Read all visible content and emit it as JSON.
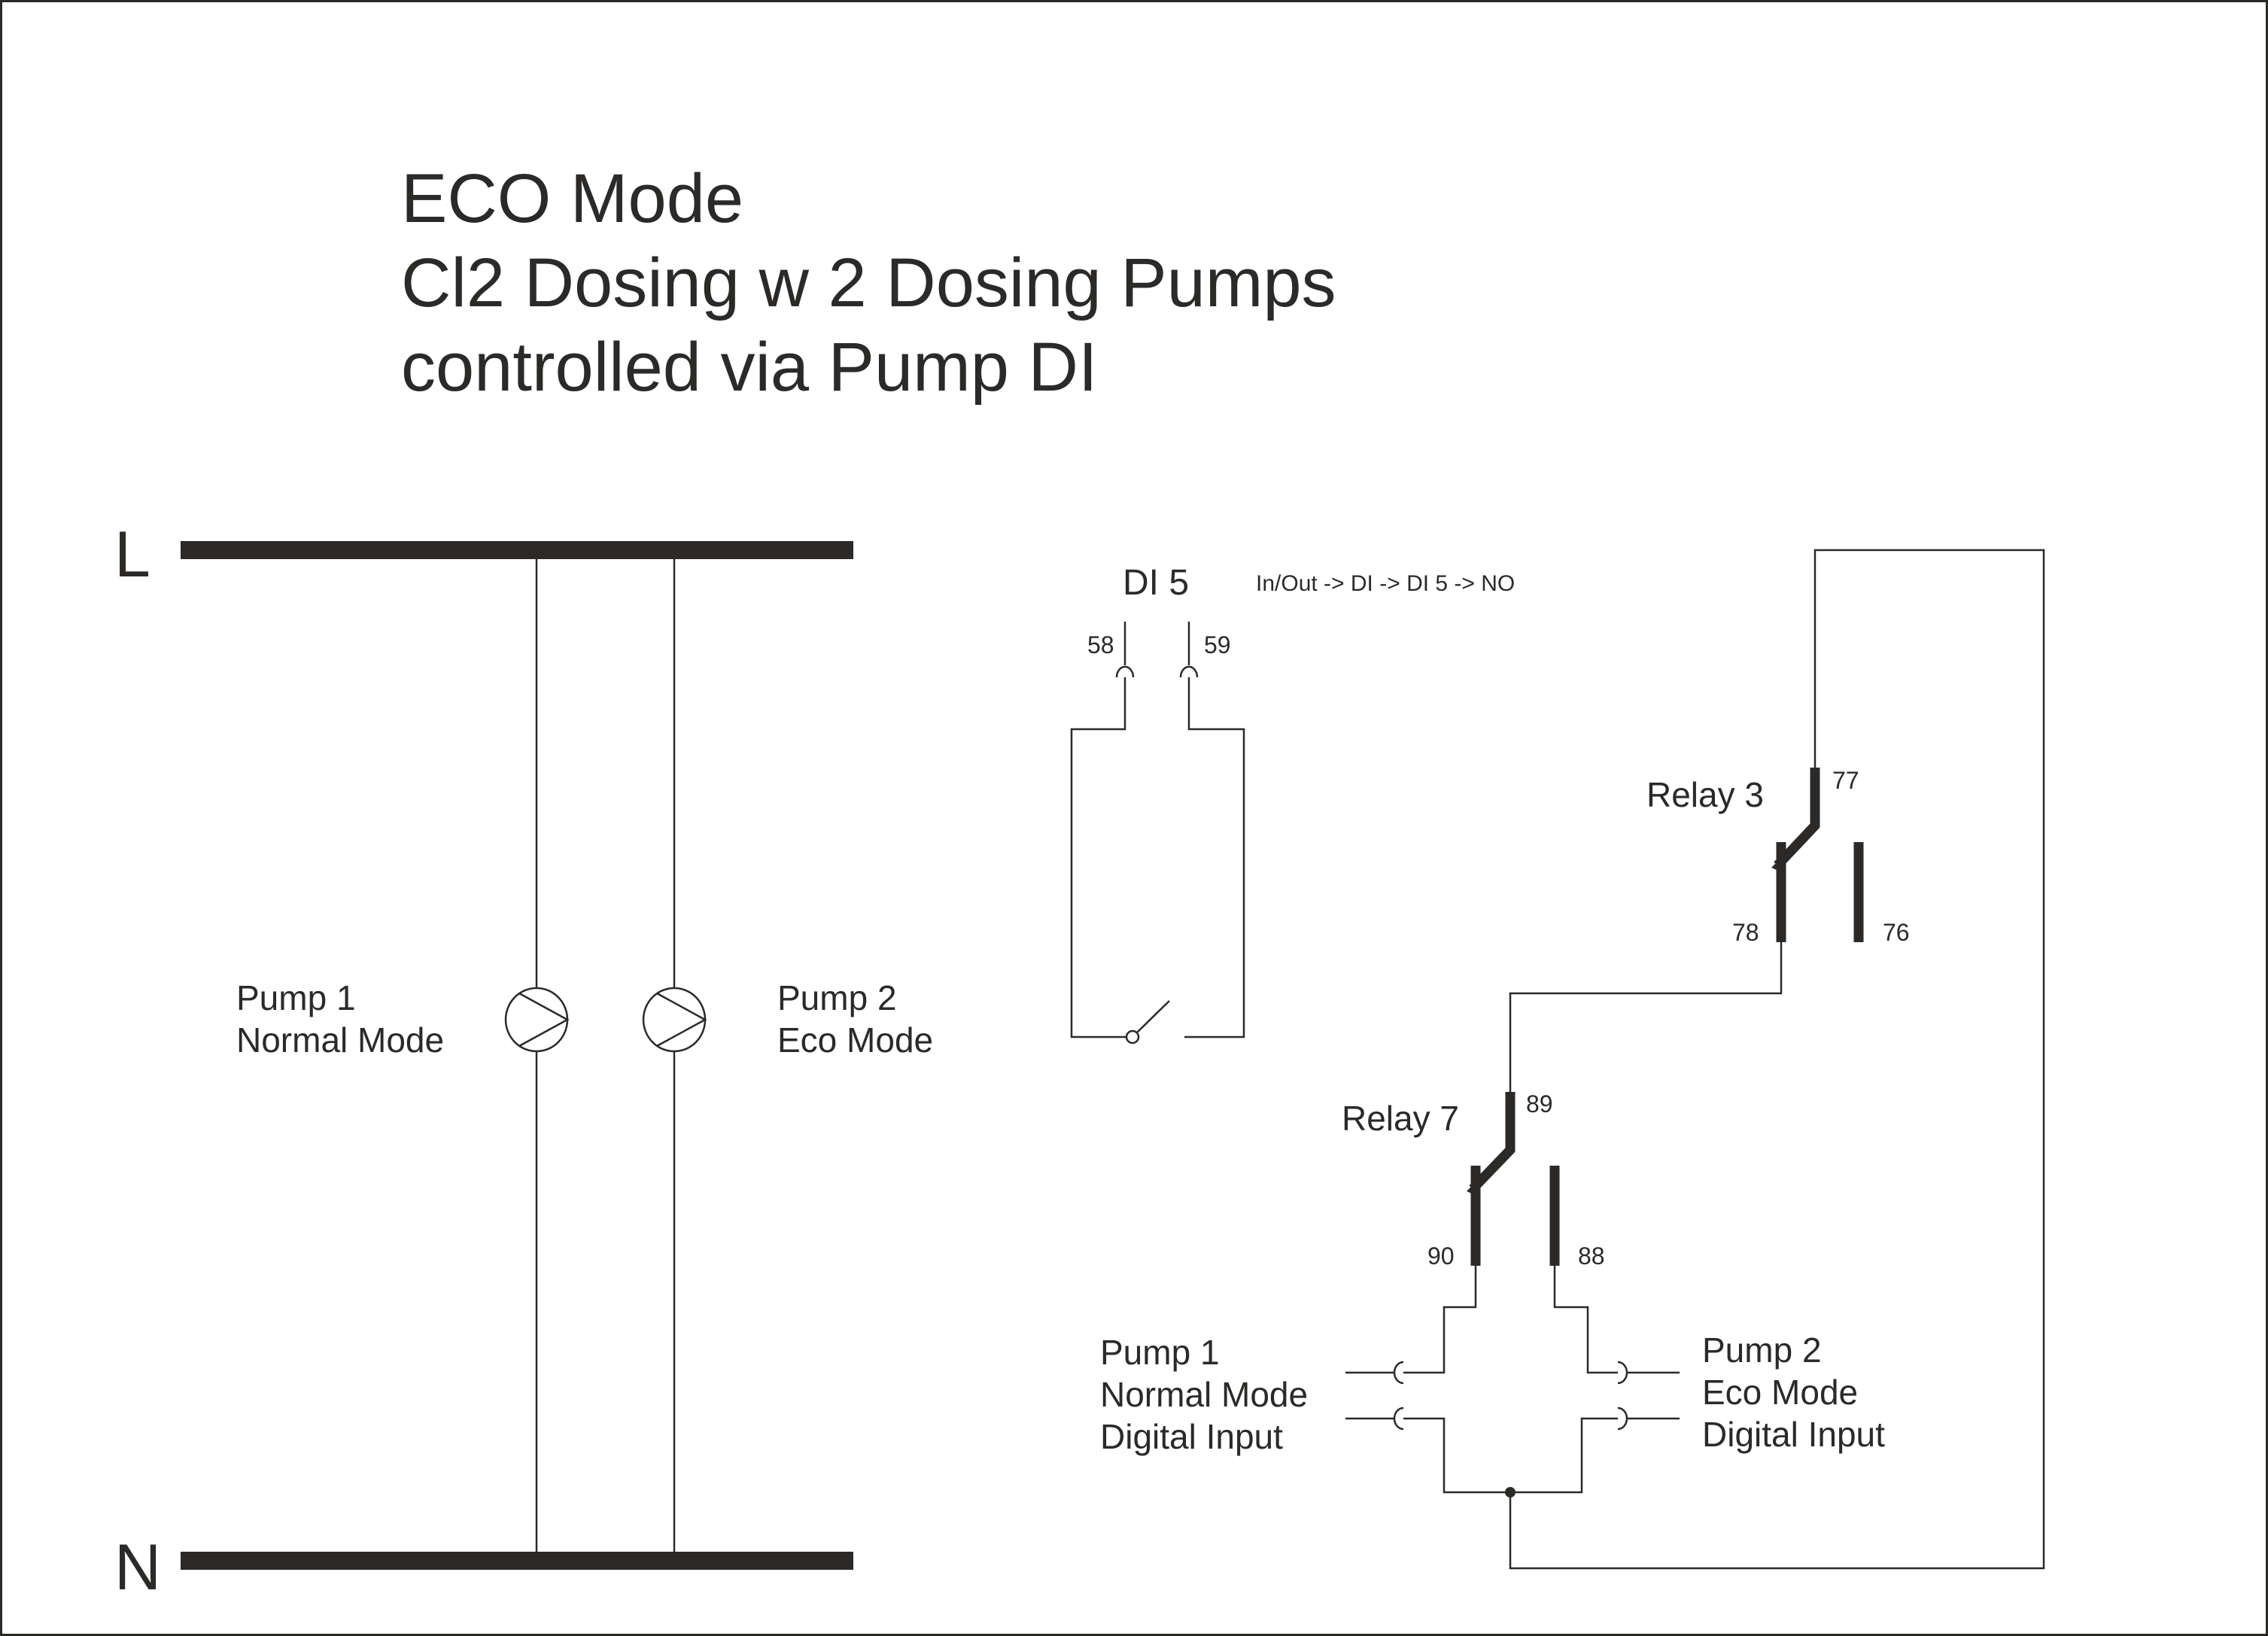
{
  "title": {
    "line1": "ECO Mode",
    "line2": "Cl2 Dosing w 2 Dosing Pumps",
    "line3": "controlled via Pump DI"
  },
  "buses": {
    "line": "L",
    "neutral": "N"
  },
  "pumps": [
    {
      "name": "Pump 1",
      "mode": "Normal Mode",
      "icon": "pump-icon"
    },
    {
      "name": "Pump 2",
      "mode": "Eco Mode",
      "icon": "pump-icon"
    }
  ],
  "digital_input": {
    "label": "DI 5",
    "config_path": "In/Out -> DI -> DI 5 -> NO",
    "terminals": [
      "58",
      "59"
    ],
    "icon": "switch-no-icon"
  },
  "relays": [
    {
      "label": "Relay 3",
      "common": "77",
      "nc": "78",
      "no": "76"
    },
    {
      "label": "Relay 7",
      "common": "89",
      "nc": "90",
      "no": "88"
    }
  ],
  "pump_inputs": [
    {
      "line1": "Pump 1",
      "line2": "Normal Mode",
      "line3": "Digital Input"
    },
    {
      "line1": "Pump 2",
      "line2": "Eco Mode",
      "line3": "Digital Input"
    }
  ],
  "colors": {
    "ink": "#2b2a28",
    "background": "#ffffff"
  }
}
